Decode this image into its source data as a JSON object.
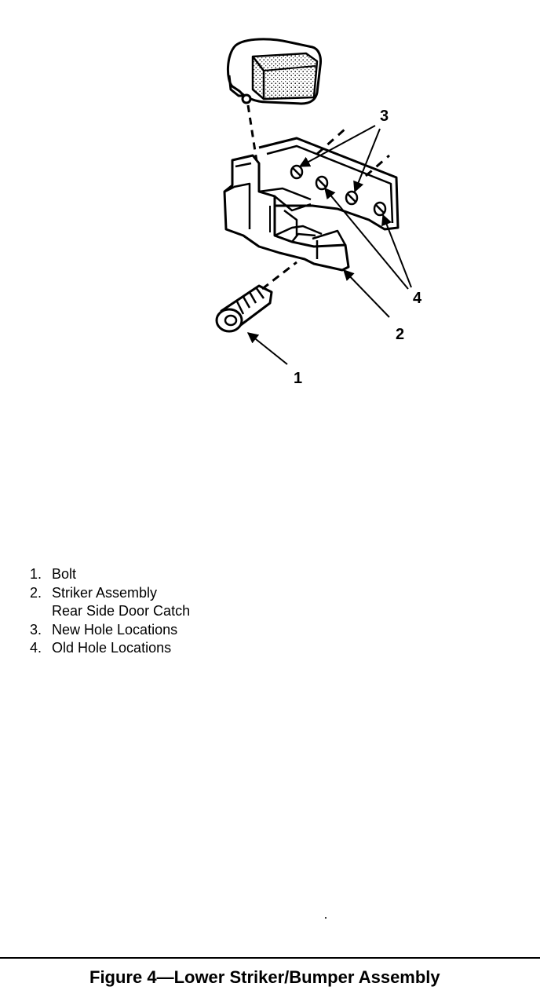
{
  "callouts": {
    "bolt": "1",
    "striker": "2",
    "new_holes": "3",
    "old_holes": "4"
  },
  "legend": [
    {
      "num": "1.",
      "lines": [
        "Bolt"
      ]
    },
    {
      "num": "2.",
      "lines": [
        "Striker Assembly",
        "Rear Side Door Catch"
      ]
    },
    {
      "num": "3.",
      "lines": [
        "New Hole Locations"
      ]
    },
    {
      "num": "4.",
      "lines": [
        "Old Hole Locations"
      ]
    }
  ],
  "caption": "Figure 4—Lower Striker/Bumper Assembly",
  "colors": {
    "ink": "#000000",
    "paper": "#ffffff"
  }
}
